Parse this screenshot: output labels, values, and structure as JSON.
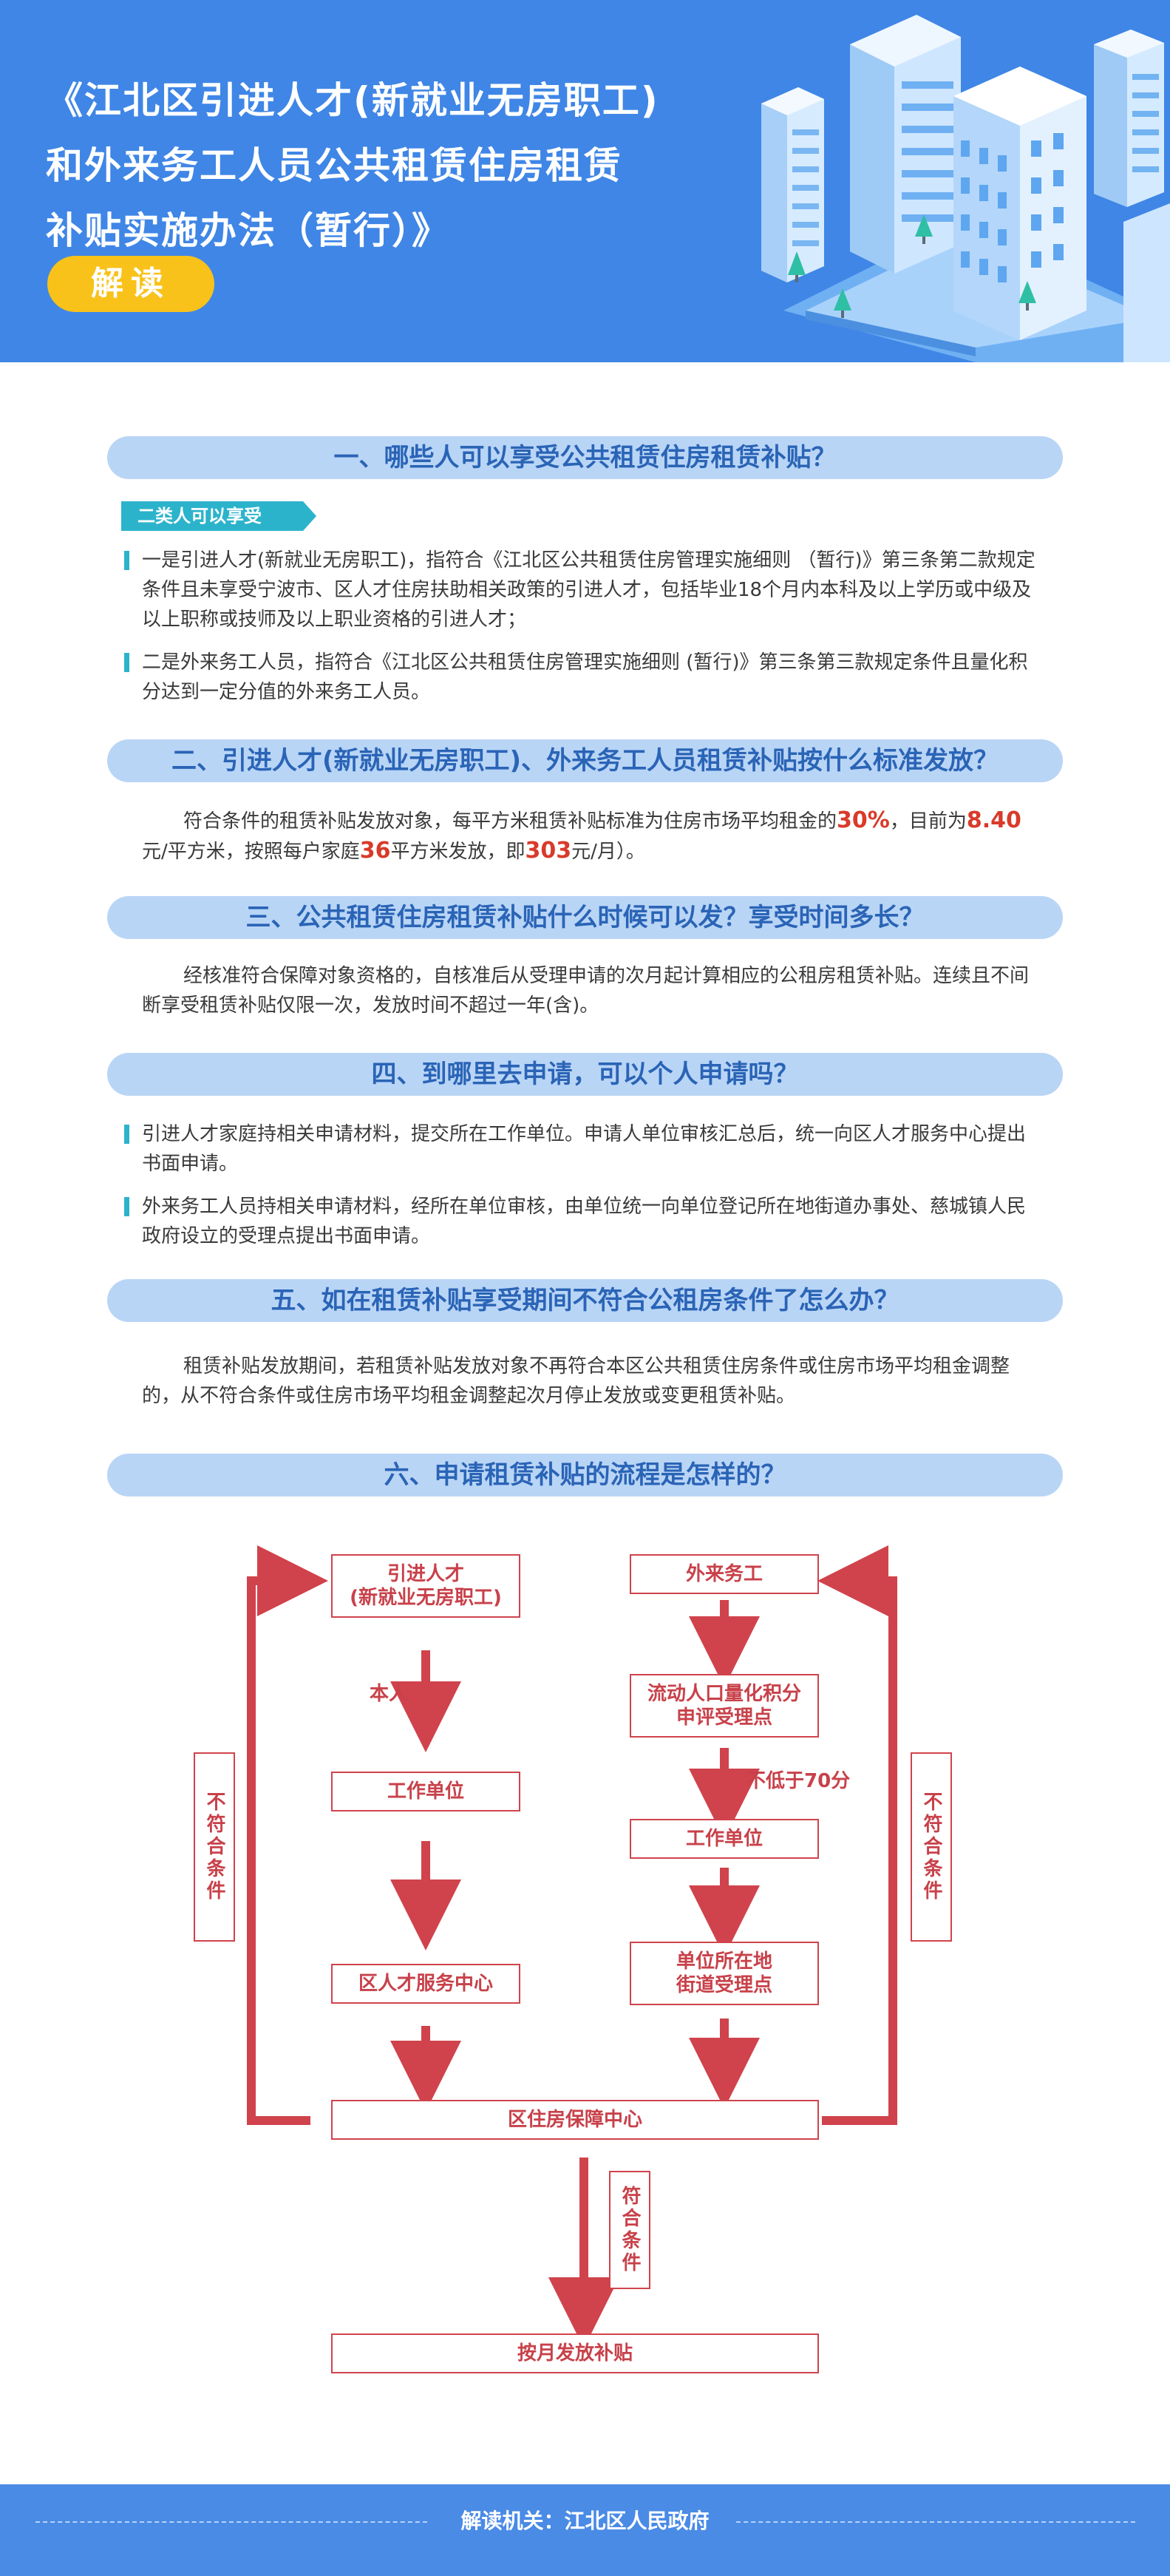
{
  "header": {
    "title_lines": [
      "《江北区引进人才(新就业无房职工)",
      "和外来务工人员公共租赁住房租赁",
      "补贴实施办法（暂行）》"
    ],
    "badge": "解读"
  },
  "section1": {
    "title": "一、哪些人可以享受公共租赁住房租赁补贴？",
    "tag": "二类人可以享受",
    "items": [
      "一是引进人才(新就业无房职工)，指符合《江北区公共租赁住房管理实施细则 （暂行)》第三条第二款规定条件且未享受宁波市、区人才住房扶助相关政策的引进人才，包括毕业18个月内本科及以上学历或中级及以上职称或技师及以上职业资格的引进人才；",
      "二是外来务工人员，指符合《江北区公共租赁住房管理实施细则 (暂行)》第三条第三款规定条件且量化积分达到一定分值的外来务工人员。"
    ]
  },
  "section2": {
    "title": "二、引进人才(新就业无房职工)、外来务工人员租赁补贴按什么标准发放？",
    "text_a": "符合条件的租赁补贴发放对象，每平方米租赁补贴标准为住房市场平均租金的",
    "pct": "30%",
    "text_b": "，目前为",
    "price": "8.40",
    "text_c": "元/平方米，按照每户家庭",
    "area": "36",
    "text_d": "平方米发放，即",
    "monthly": "303",
    "text_e": "元/月）。"
  },
  "section3": {
    "title": "三、公共租赁住房租赁补贴什么时候可以发？享受时间多长？",
    "text": "经核准符合保障对象资格的，自核准后从受理申请的次月起计算相应的公租房租赁补贴。连续且不间断享受租赁补贴仅限一次，发放时间不超过一年(含)。"
  },
  "section4": {
    "title": "四、到哪里去申请，可以个人申请吗？",
    "items": [
      "引进人才家庭持相关申请材料，提交所在工作单位。申请人单位审核汇总后，统一向区人才服务中心提出书面申请。",
      "外来务工人员持相关申请材料，经所在单位审核，由单位统一向单位登记所在地街道办事处、慈城镇人民政府设立的受理点提出书面申请。"
    ]
  },
  "section5": {
    "title": "五、如在租赁补贴享受期间不符合公租房条件了怎么办？",
    "text": "租赁补贴发放期间，若租赁补贴发放对象不再符合本区公共租赁住房条件或住房市场平均租金调整的，从不符合条件或住房市场平均租金调整起次月停止发放或变更租赁补贴。"
  },
  "section6": {
    "title": "六、申请租赁补贴的流程是怎样的？"
  },
  "flow": {
    "left1_line1": "引进人才",
    "left1_line2": "(新就业无房职工)",
    "left_arrow_label": "本人",
    "left2": "工作单位",
    "left3": "区人才服务中心",
    "right1": "外来务工",
    "right2_line1": "流动人口量化积分",
    "right2_line2": "申评受理点",
    "right_arrow_label": "不低于70分",
    "right3": "工作单位",
    "right4_line1": "单位所在地",
    "right4_line2": "街道受理点",
    "center": "区住房保障中心",
    "reject_left": "不符合条件",
    "reject_right": "不符合条件",
    "accept": "符合条件",
    "final": "按月发放补贴"
  },
  "footer": {
    "text": "解读机关：江北区人民政府"
  },
  "colors": {
    "header_bg": "#3f86e6",
    "accent_yellow": "#f8c21b",
    "section_bar": "#b9d5f6",
    "section_text": "#2a64b6",
    "flow_red": "#d0434c",
    "bullet_cyan": "#2cb3cc"
  }
}
